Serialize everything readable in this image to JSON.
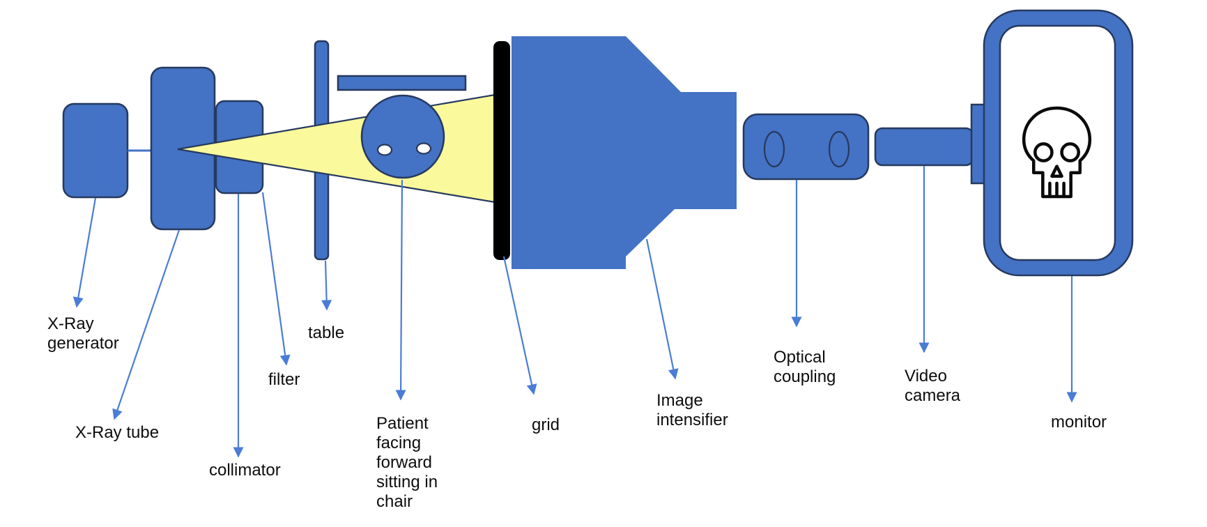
{
  "diagram": {
    "labels": {
      "xray_generator": "X-Ray\ngenerator",
      "xray_tube": "X-Ray tube",
      "collimator": "collimator",
      "filter": "filter",
      "table": "table",
      "patient": "Patient\nfacing\nforward\nsitting in\nchair",
      "grid": "grid",
      "image_intensifier": "Image\nintensifier",
      "optical_coupling": "Optical\ncoupling",
      "video_camera": "Video\ncamera",
      "monitor": "monitor"
    },
    "icons": {
      "monitor_screen_icon": "skull-icon"
    },
    "colors": {
      "shape_fill": "#4472C4",
      "shape_outline": "#26395E",
      "beam_fill": "#FAFA9D",
      "grid_fill": "#000000",
      "screen_fill": "#FFFFFF",
      "arrow_line": "#4A7CD6",
      "label_text": "#0D0D0D",
      "background": "#FFFFFF"
    }
  }
}
